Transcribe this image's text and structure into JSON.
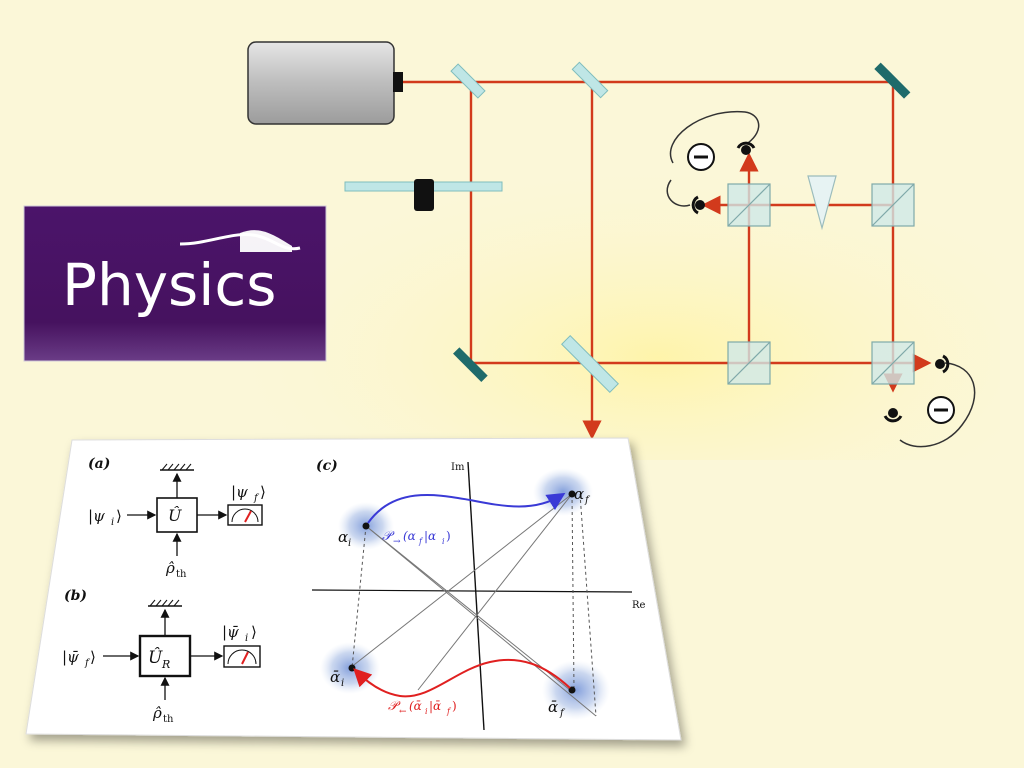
{
  "logo": {
    "text": "Physics"
  },
  "panels": {
    "a": {
      "label": "(a)",
      "input_state": "|ψ",
      "input_sub": "i",
      "unitary": "Û",
      "output_state": "|ψ",
      "output_sub": "f",
      "thermal": "ρ̂",
      "thermal_sub": "th"
    },
    "b": {
      "label": "(b)",
      "input_state": "|ψ̄",
      "input_sub": "f",
      "unitary": "Û",
      "unitary_sub": "R",
      "output_state": "|ψ̄",
      "output_sub": "i",
      "thermal": "ρ̂",
      "thermal_sub": "th"
    },
    "c": {
      "label": "(c)",
      "axis_im": "Im",
      "axis_re": "Re",
      "alpha_i": "α",
      "alpha_i_sub": "i",
      "alpha_f": "α",
      "alpha_f_sub": "f",
      "alpha_bar_i": "ᾱ",
      "alpha_bar_i_sub": "i",
      "alpha_bar_f": "ᾱ",
      "alpha_bar_f_sub": "f",
      "forward_prob": "𝒫",
      "forward_arrow": "→",
      "forward_args": "(α",
      "forward_args_f": "f",
      "forward_args_mid": "|α",
      "forward_args_i": "i",
      "reverse_prob": "𝒫",
      "reverse_arrow": "←",
      "reverse_args": "(ᾱ",
      "reverse_args_i": "i",
      "reverse_args_mid": "|ᾱ",
      "reverse_args_f": "f"
    }
  },
  "colors": {
    "background": "#fbf7d8",
    "beam": "#d23a1c",
    "mirror": "#1f6b6b",
    "beamsplitter": "#bfe6e6",
    "logo_bg": "#4a1466",
    "forward_path": "#3a3ad6",
    "reverse_path": "#e02020"
  }
}
